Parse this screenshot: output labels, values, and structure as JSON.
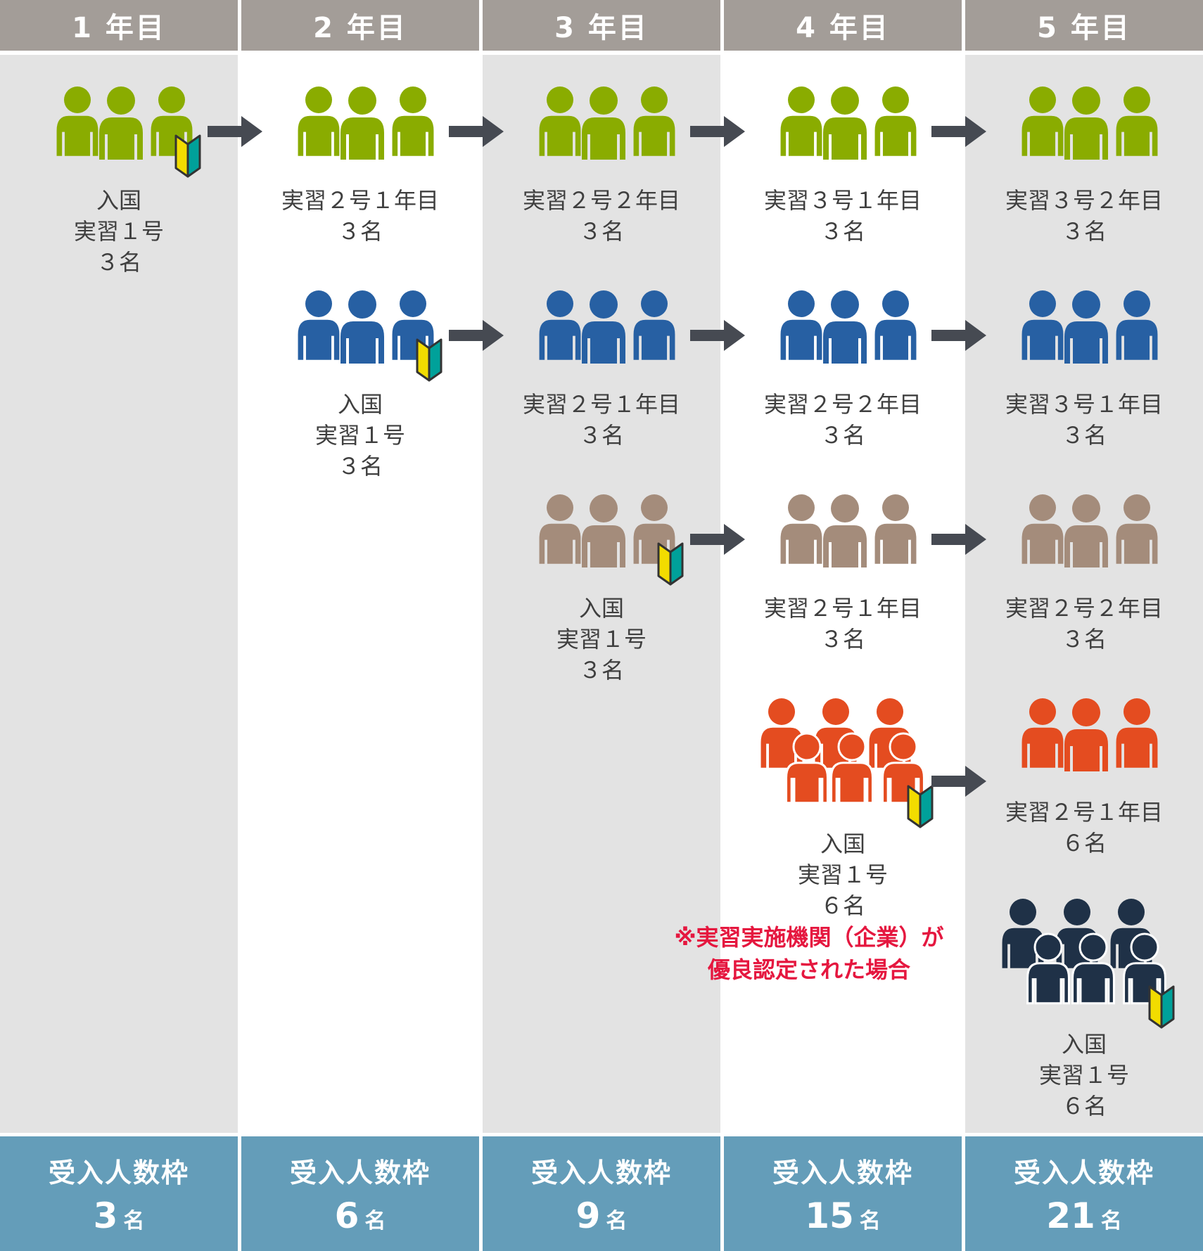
{
  "colors": {
    "green": "#8aac00",
    "blue": "#2760a3",
    "taupe": "#a48c7b",
    "orange": "#e44c20",
    "navy": "#1f3147",
    "header_bg": "#a39d98",
    "footer_bg": "#649db9",
    "note_red": "#e5173f",
    "arrow": "#464a52"
  },
  "icons": {
    "person": "person-icon",
    "beginner": "beginner-mark-icon",
    "arrow": "right-arrow-icon"
  },
  "years": [
    {
      "header": "1 年目",
      "footer_label": "受入人数枠",
      "footer_value": "3",
      "footer_unit": "名"
    },
    {
      "header": "2 年目",
      "footer_label": "受入人数枠",
      "footer_value": "6",
      "footer_unit": "名"
    },
    {
      "header": "3 年目",
      "footer_label": "受入人数枠",
      "footer_value": "9",
      "footer_unit": "名"
    },
    {
      "header": "4 年目",
      "footer_label": "受入人数枠",
      "footer_value": "15",
      "footer_unit": "名"
    },
    {
      "header": "5 年目",
      "footer_label": "受入人数枠",
      "footer_value": "21",
      "footer_unit": "名"
    }
  ],
  "cohorts": [
    {
      "color": "green",
      "stages": [
        {
          "year": 1,
          "lines": [
            "入国",
            "実習１号",
            "３名"
          ],
          "people": 3,
          "beginner": true
        },
        {
          "year": 2,
          "lines": [
            "実習２号１年目",
            "３名"
          ],
          "people": 3
        },
        {
          "year": 3,
          "lines": [
            "実習２号２年目",
            "３名"
          ],
          "people": 3
        },
        {
          "year": 4,
          "lines": [
            "実習３号１年目",
            "３名"
          ],
          "people": 3
        },
        {
          "year": 5,
          "lines": [
            "実習３号２年目",
            "３名"
          ],
          "people": 3
        }
      ]
    },
    {
      "color": "blue",
      "stages": [
        {
          "year": 2,
          "lines": [
            "入国",
            "実習１号",
            "３名"
          ],
          "people": 3,
          "beginner": true
        },
        {
          "year": 3,
          "lines": [
            "実習２号１年目",
            "３名"
          ],
          "people": 3
        },
        {
          "year": 4,
          "lines": [
            "実習２号２年目",
            "３名"
          ],
          "people": 3
        },
        {
          "year": 5,
          "lines": [
            "実習３号１年目",
            "３名"
          ],
          "people": 3
        }
      ]
    },
    {
      "color": "taupe",
      "stages": [
        {
          "year": 3,
          "lines": [
            "入国",
            "実習１号",
            "３名"
          ],
          "people": 3,
          "beginner": true
        },
        {
          "year": 4,
          "lines": [
            "実習２号１年目",
            "３名"
          ],
          "people": 3
        },
        {
          "year": 5,
          "lines": [
            "実習２号２年目",
            "３名"
          ],
          "people": 3
        }
      ]
    },
    {
      "color": "orange",
      "stages": [
        {
          "year": 4,
          "lines": [
            "入国",
            "実習１号",
            "６名"
          ],
          "people": 6,
          "beginner": true
        },
        {
          "year": 5,
          "lines": [
            "実習２号１年目",
            "６名"
          ],
          "people": 3
        }
      ]
    },
    {
      "color": "navy",
      "stages": [
        {
          "year": 5,
          "lines": [
            "入国",
            "実習１号",
            "６名"
          ],
          "people": 6,
          "beginner": true
        }
      ]
    }
  ],
  "note": [
    "※実習実施機関（企業）が",
    "優良認定された場合"
  ]
}
